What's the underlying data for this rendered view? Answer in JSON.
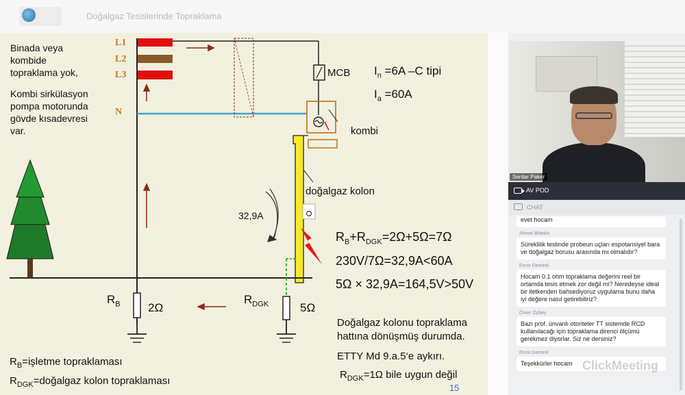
{
  "header": {
    "slide_title": "Doğalgaz Tesislerinde Topraklama"
  },
  "slide": {
    "left_note_1": [
      "Binada veya",
      "kombide",
      "topraklama yok,"
    ],
    "left_note_2": [
      "Kombi sirkülasyon",
      "pompa motorunda",
      "gövde kısadevresi",
      "var."
    ],
    "phase_labels": [
      "L1",
      "L2",
      "L3"
    ],
    "neutral_label": "N",
    "mcb_label": "MCB",
    "in_label": "I",
    "in_sub": "n",
    "in_value": " =6A –C tipi",
    "ia_label": "I",
    "ia_sub": "a",
    "ia_value": " =60A",
    "kombi_label": "kombi",
    "kolon_label": "doğalgaz kolon",
    "current_label": "32,9A",
    "eq1_a": "R",
    "eq1_a_sub": "B",
    "eq1_b": "+R",
    "eq1_b_sub": "DGK",
    "eq1_rest": "=2Ω+5Ω=7Ω",
    "eq2": "230V/7Ω=32,9A<60A",
    "eq3": "5Ω × 32,9A=164,5V>50V",
    "rb_label": "R",
    "rb_sub": "B",
    "rb_value": "2Ω",
    "rdgk_label": "R",
    "rdgk_sub": "DGK",
    "rdgk_value": "5Ω",
    "note_right": [
      "Doğalgaz kolonu topraklama",
      "hattına dönüşmüş durumda."
    ],
    "etty_note": "ETTY Md 9.a.5‘e aykırı.",
    "rdgk_note_r": "R",
    "rdgk_note_sub": "DGK",
    "rdgk_note_rest": "=1Ω   bile uygun değil",
    "legend_rb": "R",
    "legend_rb_sub": "B",
    "legend_rb_text": "=işletme topraklaması",
    "legend_rdgk": "R",
    "legend_rdgk_sub": "DGK",
    "legend_rdgk_text": "=doğalgaz kolon topraklaması",
    "page_number": "15",
    "colors": {
      "phase": "#e01010",
      "phase2": "#8b5a2b",
      "neutral": "#3aa7c8",
      "yellow": "#f5ea2a",
      "tree": "#1f7a2a",
      "arrow": "#8b2a1a",
      "kombi_box": "#c47a2a"
    }
  },
  "panel": {
    "presenter_name": "Serdar Paker",
    "av_label": "AV POD",
    "chat_label": "CHAT",
    "watermark": "ClickMeeting",
    "messages": [
      {
        "author": "",
        "text": "evet hocam"
      },
      {
        "author": "Ahmet Biltekin",
        "text": "Süreklilik testinde probeun uçları espotansiyel bara ve doğalgaz borusu arasında mı olmalıdır?"
      },
      {
        "author": "Emre Demirel",
        "text": "Hocam 0.1 ohm topraklama değerini reel bir ortamda tesis etmek zor değil mi? Neredeyse ideal bir iletkenden bahsediyoruz uygulama bunu daha iyi değere nasıl getirebiliriz?"
      },
      {
        "author": "Ömer Özbey",
        "text": "Bazı prof. ünvanlı otoriteler TT sistemde RCD kullanılacağı için topraklama direnci ölçümü gerekmez diyorlar. Siz ne dersiniz?"
      },
      {
        "author": "Emre Demirel",
        "text": "Teşekkürler hocam"
      }
    ]
  }
}
